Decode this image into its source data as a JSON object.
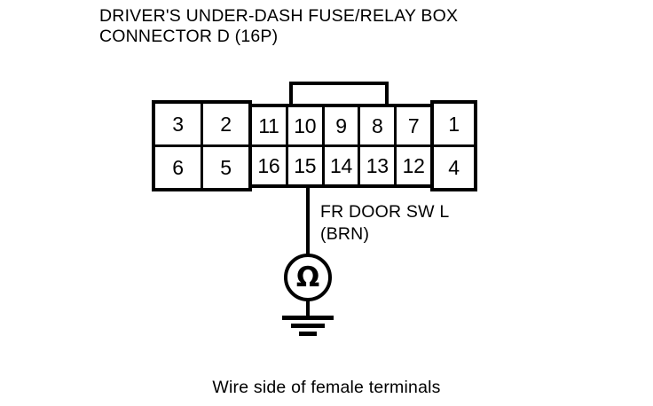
{
  "title": {
    "line1": "DRIVER'S UNDER-DASH FUSE/RELAY BOX",
    "line2": "CONNECTOR D (16P)"
  },
  "connector": {
    "name": "CONNECTOR D",
    "pin_count": "16P",
    "sections": {
      "left": {
        "top_row": [
          "3",
          "2"
        ],
        "bottom_row": [
          "6",
          "5"
        ]
      },
      "middle": {
        "top_row": [
          "11",
          "10",
          "9",
          "8",
          "7"
        ],
        "bottom_row": [
          "16",
          "15",
          "14",
          "13",
          "12"
        ]
      },
      "right": {
        "top_row": [
          "1"
        ],
        "bottom_row": [
          "4"
        ]
      }
    },
    "latch_tab": "latch-tab"
  },
  "wire": {
    "source_terminal": "15",
    "label_line1": "FR DOOR SW L",
    "label_line2": "(BRN)",
    "color_code": "BRN"
  },
  "meter": {
    "symbol": "Ω",
    "type": "ohmmeter"
  },
  "caption": "Wire side of female terminals",
  "colors": {
    "ink": "#000000",
    "background": "#ffffff"
  }
}
